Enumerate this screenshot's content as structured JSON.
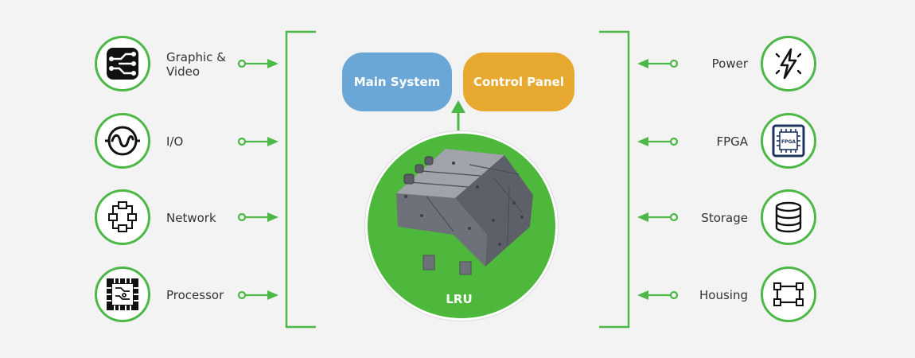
{
  "colors": {
    "green": "#4db847",
    "main_system": "#6aa6d6",
    "control_panel": "#e7a92f",
    "lru": "#4db83b"
  },
  "left_items": [
    {
      "label": "Graphic &\nVideo",
      "icon": "circuit-board-icon"
    },
    {
      "label": "I/O",
      "icon": "sine-wave-icon"
    },
    {
      "label": "Network",
      "icon": "network-nodes-icon"
    },
    {
      "label": "Processor",
      "icon": "processor-chip-icon"
    }
  ],
  "right_items": [
    {
      "label": "Power",
      "icon": "lightning-icon"
    },
    {
      "label": "FPGA",
      "icon": "fpga-chip-icon",
      "chip_text": "FPGA"
    },
    {
      "label": "Storage",
      "icon": "database-icon"
    },
    {
      "label": "Housing",
      "icon": "housing-frame-icon"
    }
  ],
  "center": {
    "main_system": "Main System",
    "control_panel": "Control Panel",
    "lru": "LRU"
  }
}
